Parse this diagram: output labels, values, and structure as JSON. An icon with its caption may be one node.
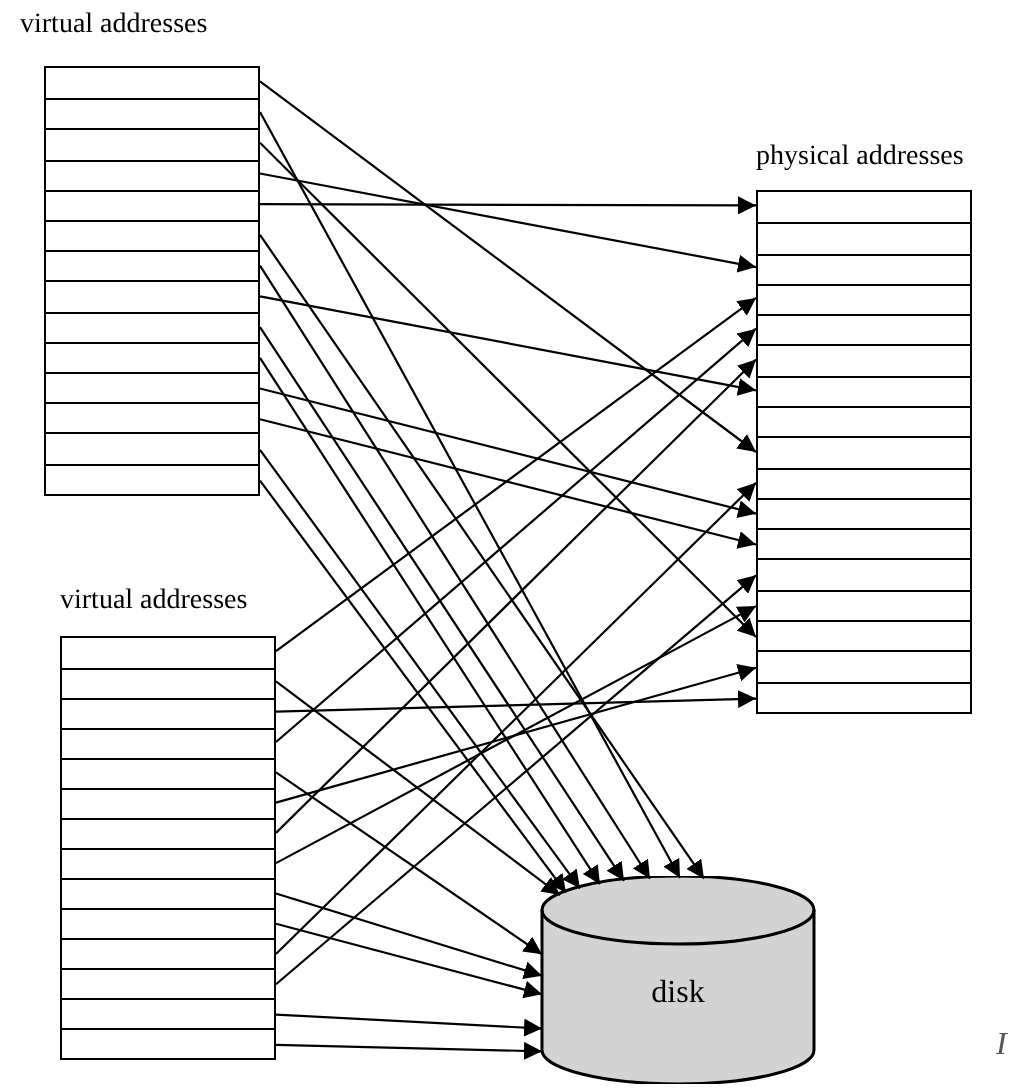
{
  "diagram": {
    "nodes": [
      {
        "text": [
          "virtual addresses"
        ]
      },
      {
        "text": [
          "physical addresses"
        ]
      },
      {
        "text": [
          "virtual addresses"
        ]
      },
      {
        "text": [
          "disk"
        ]
      }
    ],
    "edges": [
      {
        "from": 0,
        "to": 1,
        "arrow": "to"
      },
      {
        "from": 0,
        "to": 3,
        "arrow": "to"
      },
      {
        "from": 0,
        "to": 1,
        "arrow": "to"
      },
      {
        "from": 0,
        "to": 1,
        "arrow": "to"
      },
      {
        "from": 0,
        "to": 1,
        "arrow": "to"
      },
      {
        "from": 0,
        "to": 3,
        "arrow": "to"
      },
      {
        "from": 0,
        "to": 3,
        "arrow": "to"
      },
      {
        "from": 0,
        "to": 1,
        "arrow": "to"
      },
      {
        "from": 0,
        "to": 3,
        "arrow": "to"
      },
      {
        "from": 0,
        "to": 3,
        "arrow": "to"
      },
      {
        "from": 0,
        "to": 1,
        "arrow": "to"
      },
      {
        "from": 0,
        "to": 1,
        "arrow": "to"
      },
      {
        "from": 0,
        "to": 3,
        "arrow": "to"
      },
      {
        "from": 0,
        "to": 3,
        "arrow": "to"
      },
      {
        "from": 2,
        "to": 1,
        "arrow": "to"
      },
      {
        "from": 2,
        "to": 3,
        "arrow": "to"
      },
      {
        "from": 2,
        "to": 1,
        "arrow": "to"
      },
      {
        "from": 2,
        "to": 1,
        "arrow": "to"
      },
      {
        "from": 2,
        "to": 3,
        "arrow": "to"
      },
      {
        "from": 2,
        "to": 1,
        "arrow": "to"
      },
      {
        "from": 2,
        "to": 1,
        "arrow": "to"
      },
      {
        "from": 2,
        "to": 1,
        "arrow": "to"
      },
      {
        "from": 2,
        "to": 3,
        "arrow": "to"
      },
      {
        "from": 2,
        "to": 3,
        "arrow": "to"
      },
      {
        "from": 2,
        "to": 1,
        "arrow": "to"
      },
      {
        "from": 2,
        "to": 1,
        "arrow": "to"
      },
      {
        "from": 2,
        "to": 3,
        "arrow": "to"
      },
      {
        "from": 2,
        "to": 3,
        "arrow": "to"
      }
    ],
    "labels": [
      "I"
    ]
  }
}
